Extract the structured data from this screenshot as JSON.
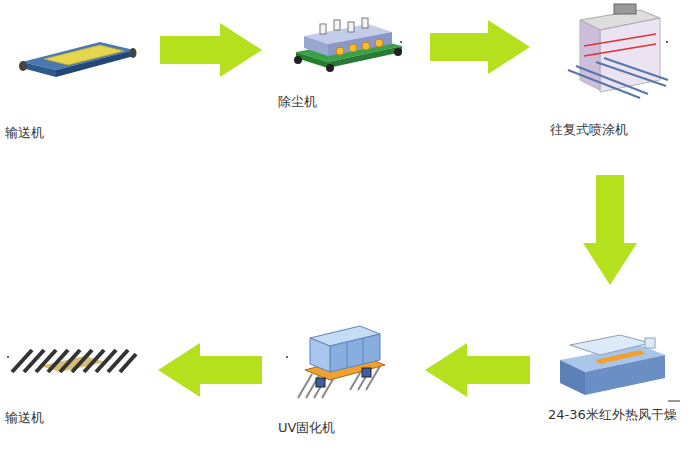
{
  "diagram": {
    "nodes": [
      {
        "text": [
          "输送机"
        ]
      },
      {
        "text": [
          "除尘机"
        ]
      },
      {
        "text": [
          "往复式喷涂机"
        ]
      },
      {
        "text": [
          "24-36米红外热风干燥"
        ]
      },
      {
        "text": [
          "UV固化机"
        ]
      },
      {
        "text": [
          "输送机"
        ]
      }
    ],
    "edges": [
      {
        "from": 0,
        "to": 1,
        "arrow": "to"
      },
      {
        "from": 1,
        "to": 2,
        "arrow": "to"
      },
      {
        "from": 2,
        "to": 3,
        "arrow": "to"
      },
      {
        "from": 3,
        "to": 4,
        "arrow": "to"
      },
      {
        "from": 4,
        "to": 5,
        "arrow": "to"
      }
    ]
  }
}
